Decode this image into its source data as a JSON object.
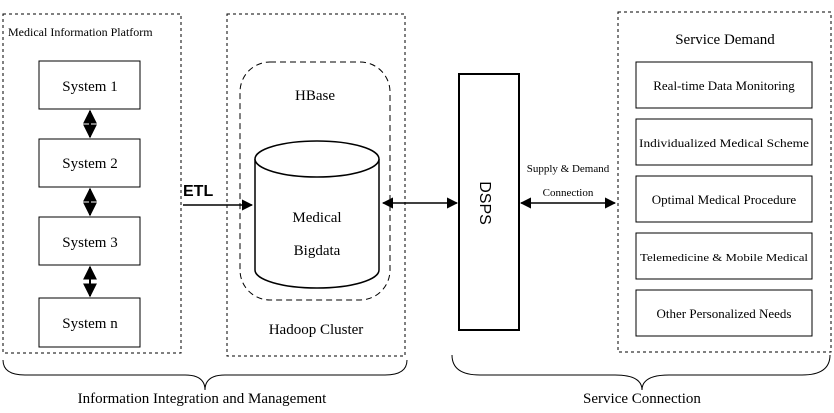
{
  "platform": {
    "title": "Medical Information Platform",
    "systems": [
      "System 1",
      "System 2",
      "System 3",
      "System n"
    ]
  },
  "etl_label": "ETL",
  "hbase": {
    "title": "HBase",
    "cylinder_line1": "Medical",
    "cylinder_line2": "Bigdata"
  },
  "cluster_label": "Hadoop Cluster",
  "dsps_label": "DSPS",
  "connection": {
    "line1": "Supply & Demand",
    "line2": "Connection"
  },
  "service_demand": {
    "title": "Service Demand",
    "items": [
      "Real-time Data Monitoring",
      "Individualized Medical Scheme",
      "Optimal Medical Procedure",
      "Telemedicine & Mobile Medical",
      "Other Personalized Needs"
    ]
  },
  "bottom_labels": {
    "left": "Information Integration and Management",
    "right": "Service Connection"
  }
}
